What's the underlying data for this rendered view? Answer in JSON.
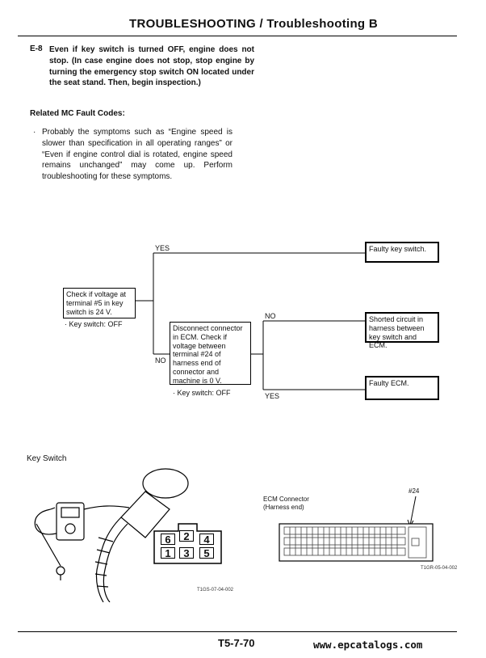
{
  "header": {
    "title": "TROUBLESHOOTING / Troubleshooting B"
  },
  "section": {
    "code": "E-8",
    "text": "Even if key switch is turned OFF, engine does not stop. (In case engine does not stop, stop engine by turning the emergency stop switch ON located under the seat stand. Then, begin inspection.)"
  },
  "fault_codes": {
    "title": "Related MC Fault Codes:",
    "bullet": "·",
    "note": "Probably the symptoms such as “Engine speed is slower than specification in all operating ranges” or “Even if engine control dial is rotated, engine speed remains unchanged” may come up. Perform troubleshooting for these symptoms."
  },
  "flowchart": {
    "check1": "Check if voltage at terminal #5 in key switch is 24 V.",
    "check1_note": "· Key switch: OFF",
    "check2": "Disconnect connector in ECM. Check if voltage between terminal #24 of harness end of connector and machine is 0 V.",
    "check2_note": "· Key switch: OFF",
    "yes_label_1": "YES",
    "no_label_1": "NO",
    "no_label_2": "NO",
    "yes_label_2": "YES",
    "result1": "Faulty key switch.",
    "result2": "Shorted circuit in harness between key switch and ECM.",
    "result3": "Faulty ECM."
  },
  "figures": {
    "key_switch_label": "Key Switch",
    "pins_top": [
      "6",
      "2",
      "4"
    ],
    "pins_bottom": [
      "1",
      "3",
      "5"
    ],
    "key_fig_code": "T1GS-07-04-002",
    "ecm_label_1": "ECM Connector",
    "ecm_label_2": "(Harness end)",
    "pin_label": "#24",
    "ecm_fig_code": "T1GR-05-04-002"
  },
  "footer": {
    "page_number": "T5-7-70",
    "website": "www.epcatalogs.com"
  }
}
